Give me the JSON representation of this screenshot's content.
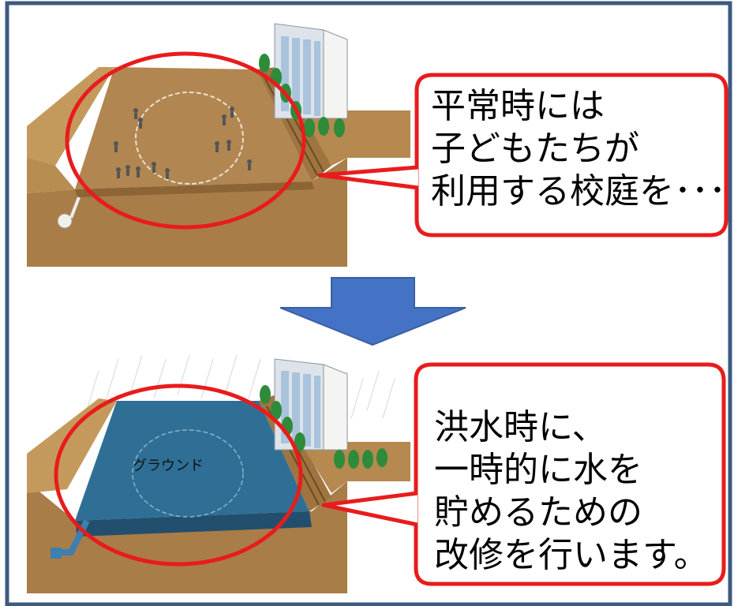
{
  "callout_top": {
    "lines": [
      "平常時には",
      "子どもたちが",
      "利用する校庭を･･･"
    ]
  },
  "callout_bottom": {
    "lines": [
      "洪水時に、",
      "一時的に水を",
      "貯めるための",
      "改修を行います。"
    ]
  },
  "ground_label": "グラウンド",
  "colors": {
    "frame_border": "#3d5a80",
    "callout_border": "#e81c1c",
    "arrow_fill": "#4472c4",
    "earth": "#b5894f",
    "water": "#2f6f96",
    "tree": "#2e8b3a",
    "building": "#e8ecf0"
  }
}
